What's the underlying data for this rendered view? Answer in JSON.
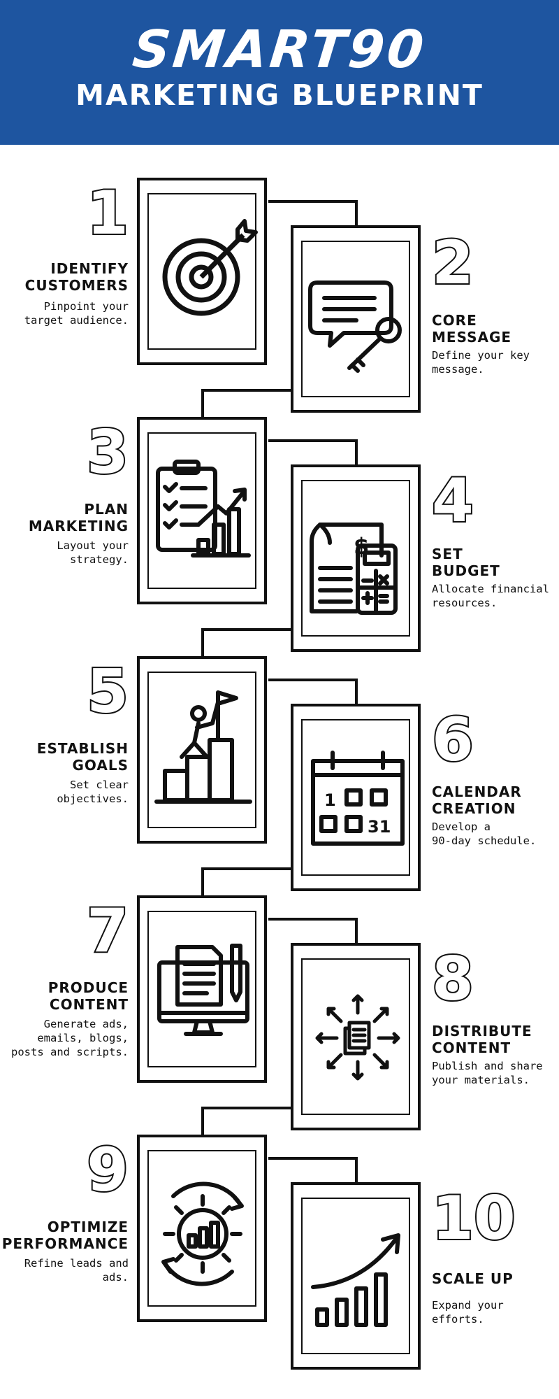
{
  "header": {
    "brand": "SMART90",
    "subtitle": "MARKETING BLUEPRINT",
    "background": "#1e55a0"
  },
  "steps": [
    {
      "number": "1",
      "title": "IDENTIFY\nCUSTOMERS",
      "desc": "Pinpoint your\ntarget audience.",
      "icon": "target-icon"
    },
    {
      "number": "2",
      "title": "CORE\nMESSAGE",
      "desc": "Define your key\nmessage.",
      "icon": "message-key-icon"
    },
    {
      "number": "3",
      "title": "PLAN\nMARKETING",
      "desc": "Layout your\nstrategy.",
      "icon": "clipboard-chart-icon"
    },
    {
      "number": "4",
      "title": "SET\nBUDGET",
      "desc": "Allocate financial\nresources.",
      "icon": "budget-calculator-icon"
    },
    {
      "number": "5",
      "title": "ESTABLISH\nGOALS",
      "desc": "Set clear\nobjectives.",
      "icon": "goal-flag-icon"
    },
    {
      "number": "6",
      "title": "CALENDAR\nCREATION",
      "desc": "Develop a\n90-day schedule.",
      "icon": "calendar-icon"
    },
    {
      "number": "7",
      "title": "PRODUCE\nCONTENT",
      "desc": "Generate ads,\nemails, blogs,\nposts and scripts.",
      "icon": "monitor-document-icon"
    },
    {
      "number": "8",
      "title": "DISTRIBUTE\nCONTENT",
      "desc": "Publish and share\nyour materials.",
      "icon": "distribute-arrows-icon"
    },
    {
      "number": "9",
      "title": "OPTIMIZE\nPERFORMANCE",
      "desc": "Refine leads and\nads.",
      "icon": "gear-chart-icon"
    },
    {
      "number": "10",
      "title": "SCALE UP",
      "desc": "Expand your\nefforts.",
      "icon": "growth-chart-icon"
    }
  ]
}
